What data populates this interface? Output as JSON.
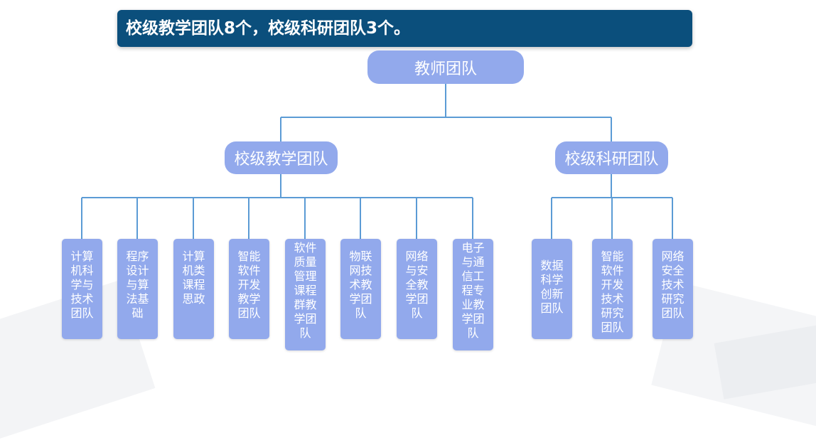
{
  "banner": {
    "title": "校级教学团队8个，校级科研团队3个。"
  },
  "root": {
    "label": "教师团队"
  },
  "branches": [
    {
      "label": "校级教学团队",
      "teams": [
        "计算机科学与技术团队",
        "程序设计与算法基础",
        "计算机类课程思政",
        "智能软件开发教学团队",
        "软件质量管理课程群教学团队",
        "物联网技术教学团队",
        "网络与安全教学团队",
        "电子与通信工程专业教学团队"
      ]
    },
    {
      "label": "校级科研团队",
      "teams": [
        "数据科学创新团队",
        "智能软件开发技术研究团队",
        "网络安全技术研究团队"
      ]
    }
  ],
  "colors": {
    "banner": "#0b4f7c",
    "node": "#92a9ec",
    "line": "#5b9bd5"
  }
}
